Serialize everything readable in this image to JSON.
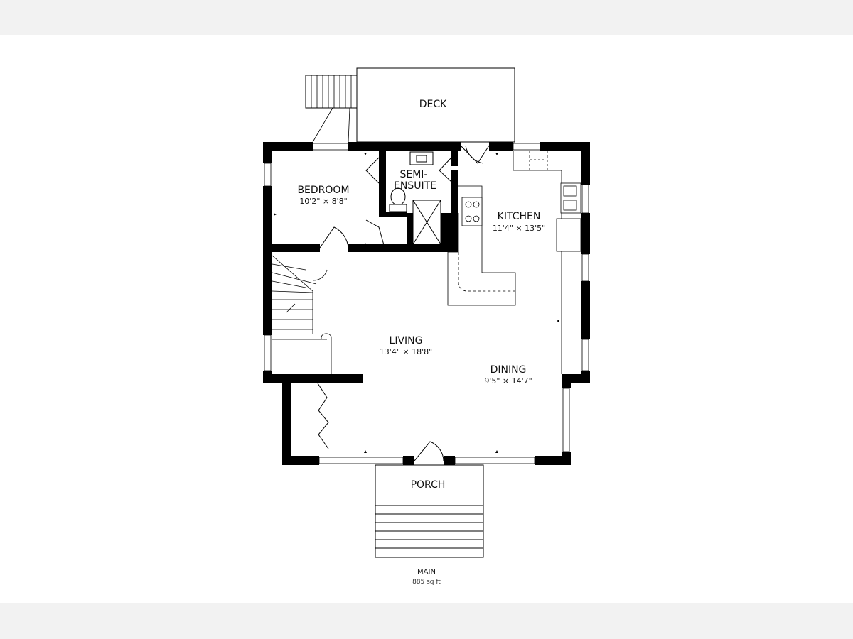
{
  "rooms": {
    "deck": {
      "name": "DECK"
    },
    "bedroom": {
      "name": "BEDROOM",
      "size": "10'2\" × 8'8\""
    },
    "ensuite": {
      "name_line1": "SEMI-",
      "name_line2": "ENSUITE"
    },
    "kitchen": {
      "name": "KITCHEN",
      "size": "11'4\" × 13'5\""
    },
    "living": {
      "name": "LIVING",
      "size": "13'4\" × 18'8\""
    },
    "dining": {
      "name": "DINING",
      "size": "9'5\" × 14'7\""
    },
    "porch": {
      "name": "PORCH"
    }
  },
  "floor": {
    "label": "MAIN",
    "area": "885 sq ft"
  },
  "colors": {
    "wall": "#000000",
    "page_band": "#f2f2f2",
    "sheet": "#ffffff"
  }
}
